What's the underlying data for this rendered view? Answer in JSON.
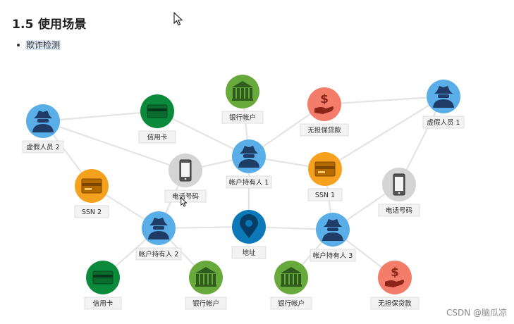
{
  "heading": "1.5 使用场景",
  "bullet": "欺诈检测",
  "watermark": "CSDN @脑瓜凉",
  "colors": {
    "person": "#5aaee8",
    "card": "#0b8a3c",
    "bank": "#67a93a",
    "loan": "#f47c6b",
    "ssn": "#f6a11d",
    "phone": "#d4d4d4",
    "address": "#0b78b8",
    "edge": "#e4e4e4"
  },
  "nodes": [
    {
      "id": "fake1",
      "type": "person",
      "label": "虚假人员 2",
      "icon": "incognito-person-icon"
    },
    {
      "id": "card1",
      "type": "card",
      "label": "信用卡",
      "icon": "credit-card-icon"
    },
    {
      "id": "bank1",
      "type": "bank",
      "label": "银行帐户",
      "icon": "bank-icon"
    },
    {
      "id": "loan1",
      "type": "loan",
      "label": "无担保贷款",
      "icon": "dollar-hand-icon"
    },
    {
      "id": "fake2",
      "type": "person",
      "label": "虚假人员 1",
      "icon": "incognito-person-icon"
    },
    {
      "id": "phone1",
      "type": "phone",
      "label": "电话号码",
      "icon": "phone-icon"
    },
    {
      "id": "holder1",
      "type": "person",
      "label": "帐户持有人 1",
      "icon": "incognito-person-icon"
    },
    {
      "id": "ssn1",
      "type": "ssn",
      "label": "SSN 1",
      "icon": "id-card-icon"
    },
    {
      "id": "ssn2",
      "type": "ssn",
      "label": "SSN 2",
      "icon": "id-card-icon"
    },
    {
      "id": "phone2",
      "type": "phone",
      "label": "电话号码",
      "icon": "phone-icon"
    },
    {
      "id": "holder2",
      "type": "person",
      "label": "帐户持有人 2",
      "icon": "incognito-person-icon"
    },
    {
      "id": "address",
      "type": "address",
      "label": "地址",
      "icon": "map-pin-icon"
    },
    {
      "id": "holder3",
      "type": "person",
      "label": "帐户持有人 3",
      "icon": "incognito-person-icon"
    },
    {
      "id": "card2",
      "type": "card",
      "label": "信用卡",
      "icon": "credit-card-icon"
    },
    {
      "id": "bank2",
      "type": "bank",
      "label": "银行帐户",
      "icon": "bank-icon"
    },
    {
      "id": "bank3",
      "type": "bank",
      "label": "银行帐户",
      "icon": "bank-icon"
    },
    {
      "id": "loan2",
      "type": "loan",
      "label": "无担保贷款",
      "icon": "dollar-hand-icon"
    }
  ],
  "edges": [
    [
      "fake1",
      "card1"
    ],
    [
      "fake1",
      "ssn2"
    ],
    [
      "fake1",
      "phone1"
    ],
    [
      "card1",
      "holder1"
    ],
    [
      "bank1",
      "holder1"
    ],
    [
      "holder1",
      "loan1"
    ],
    [
      "holder1",
      "ssn1"
    ],
    [
      "holder1",
      "phone1"
    ],
    [
      "holder1",
      "address"
    ],
    [
      "loan1",
      "fake2"
    ],
    [
      "fake2",
      "ssn1"
    ],
    [
      "fake2",
      "phone2"
    ],
    [
      "ssn2",
      "holder2"
    ],
    [
      "phone1",
      "holder2"
    ],
    [
      "holder2",
      "address"
    ],
    [
      "holder2",
      "card2"
    ],
    [
      "holder2",
      "bank2"
    ],
    [
      "address",
      "holder3"
    ],
    [
      "ssn1",
      "holder3"
    ],
    [
      "phone2",
      "holder3"
    ],
    [
      "holder3",
      "bank3"
    ],
    [
      "holder3",
      "loan2"
    ]
  ]
}
